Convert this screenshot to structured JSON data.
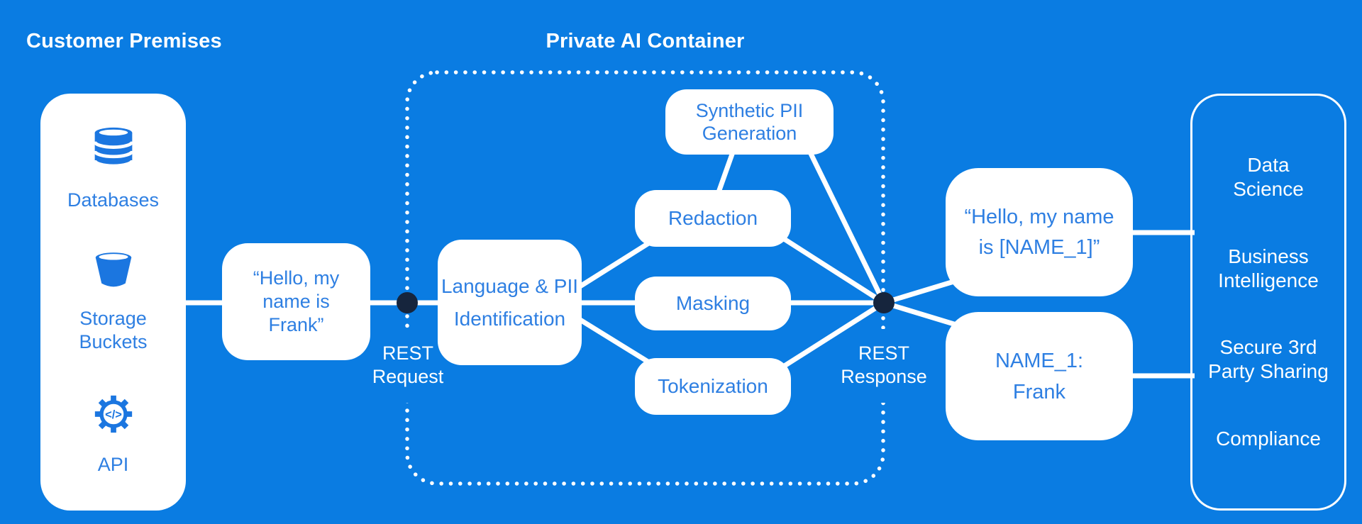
{
  "colors": {
    "background": "#0a7ce2",
    "box_text_blue": "#2e7fe2",
    "icon_blue": "#1b76e0",
    "dark_node_dot": "#16253d",
    "line_white": "#ffffff"
  },
  "titles": {
    "customer_premises": "Customer Premises",
    "private_ai_container": "Private AI Container"
  },
  "customer_premises": {
    "items": [
      {
        "icon": "database-icon",
        "label": "Databases"
      },
      {
        "icon": "storage-bucket-icon",
        "label": "Storage Buckets"
      },
      {
        "icon": "api-gear-icon",
        "label": "API"
      }
    ]
  },
  "nodes": {
    "input_message": {
      "lines": [
        "“Hello, my",
        "name is",
        "Frank”"
      ]
    },
    "identification": {
      "lines": [
        "Language & PII",
        "Identification"
      ]
    },
    "synthetic_pii": {
      "lines": [
        "Synthetic PII",
        "Generation"
      ]
    },
    "redaction": {
      "label": "Redaction"
    },
    "masking": {
      "label": "Masking"
    },
    "tokenization": {
      "label": "Tokenization"
    },
    "deidentified_output": {
      "lines": [
        "“Hello, my name",
        "is [NAME_1]”"
      ]
    },
    "entity_mapping": {
      "lines": [
        "NAME_1:",
        "Frank"
      ]
    }
  },
  "endpoints": {
    "request": {
      "lines": [
        "REST",
        "Request"
      ]
    },
    "response": {
      "lines": [
        "REST",
        "Response"
      ]
    }
  },
  "destinations": {
    "items": [
      {
        "lines": [
          "Data",
          "Science"
        ]
      },
      {
        "lines": [
          "Business",
          "Intelligence"
        ]
      },
      {
        "lines": [
          "Secure 3rd",
          "Party Sharing"
        ]
      },
      {
        "lines": [
          "Compliance"
        ]
      }
    ]
  }
}
